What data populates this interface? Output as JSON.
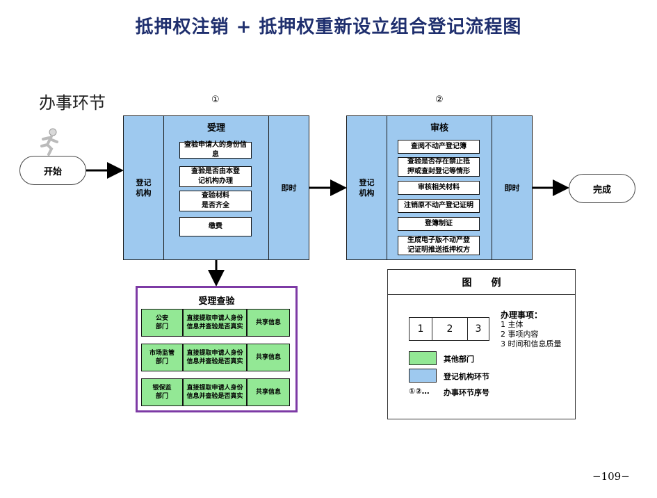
{
  "title": "抵押权注销 + 抵押权重新设立组合登记流程图",
  "section_title": "办事环节",
  "step_numbers": [
    "①",
    "②"
  ],
  "start": "开始",
  "end": "完成",
  "stage1": {
    "left": "登记\n机构",
    "header": "受理",
    "items": [
      "查验申请人的身份信息",
      "查验是否由本登\n记机构办理",
      "查验材料\n是否齐全",
      "缴费"
    ],
    "right": "即时"
  },
  "stage2": {
    "left": "登记\n机构",
    "header": "审核",
    "items": [
      "查阅不动产登记簿",
      "查验是否存在禁止抵\n押或查封登记等情形",
      "审核相关材料",
      "注销原不动产登记证明",
      "登簿制证",
      "生成电子版不动产登\n记证明推送抵押权方"
    ],
    "right": "即时"
  },
  "verify": {
    "title": "受理查验",
    "rows": [
      {
        "dept": "公安\n部门",
        "content": "直接提取申请人身份\n信息并查验是否真实",
        "result": "共享信息"
      },
      {
        "dept": "市场监管\n部门",
        "content": "直接提取申请人身份\n信息并查验是否真实",
        "result": "共享信息"
      },
      {
        "dept": "银保监\n部门",
        "content": "直接提取申请人身份\n信息并查验是否真实",
        "result": "共享信息"
      }
    ]
  },
  "legend": {
    "title": "图　　例",
    "cells": [
      "1",
      "2",
      "3"
    ],
    "notes_title": "办理事项：",
    "notes": [
      "1 主体",
      "2 事项内容",
      "3 时间和信息质量"
    ],
    "green_label": "其他部门",
    "blue_label": "登记机构环节",
    "seq_symbol": "①②…",
    "seq_label": "办事环节序号"
  },
  "page_number": "−109−",
  "colors": {
    "title": "#1f2f6e",
    "blue": "#9ec9ef",
    "green": "#93e895",
    "purple": "#7d3aa5"
  }
}
